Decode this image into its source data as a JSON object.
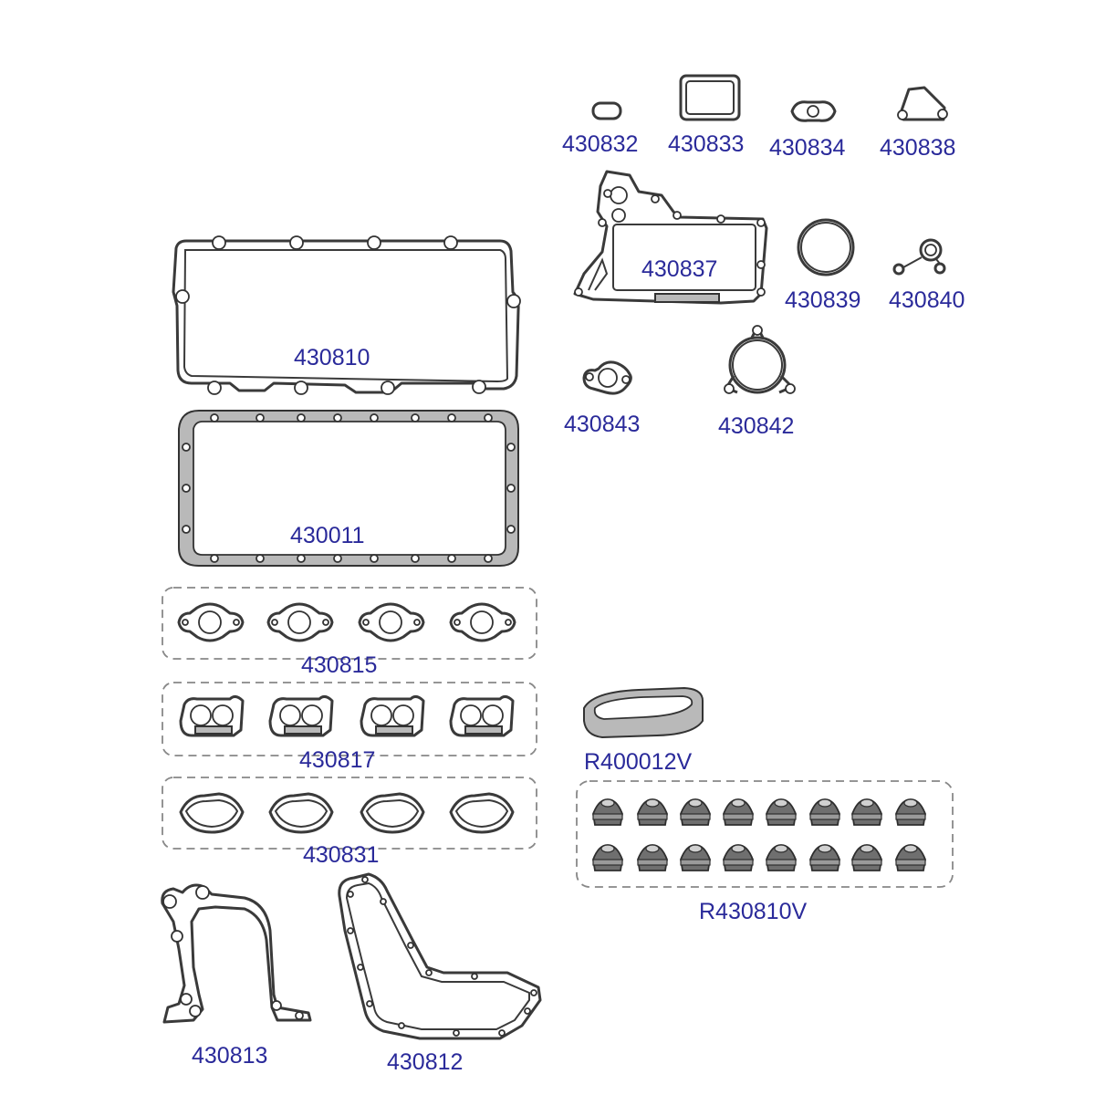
{
  "parts": {
    "p430832": "430832",
    "p430833": "430833",
    "p430834": "430834",
    "p430838": "430838",
    "p430837": "430837",
    "p430839": "430839",
    "p430840": "430840",
    "p430810": "430810",
    "p430843": "430843",
    "p430842": "430842",
    "p430011": "430011",
    "p430815": "430815",
    "p430817": "430817",
    "pR400012V": "R400012V",
    "p430831": "430831",
    "pR430810V": "R430810V",
    "p430813": "430813",
    "p430812": "430812"
  },
  "colors": {
    "label": "#2a2a9a",
    "line": "#3a3a3a",
    "fill": "#b9b9b9"
  }
}
